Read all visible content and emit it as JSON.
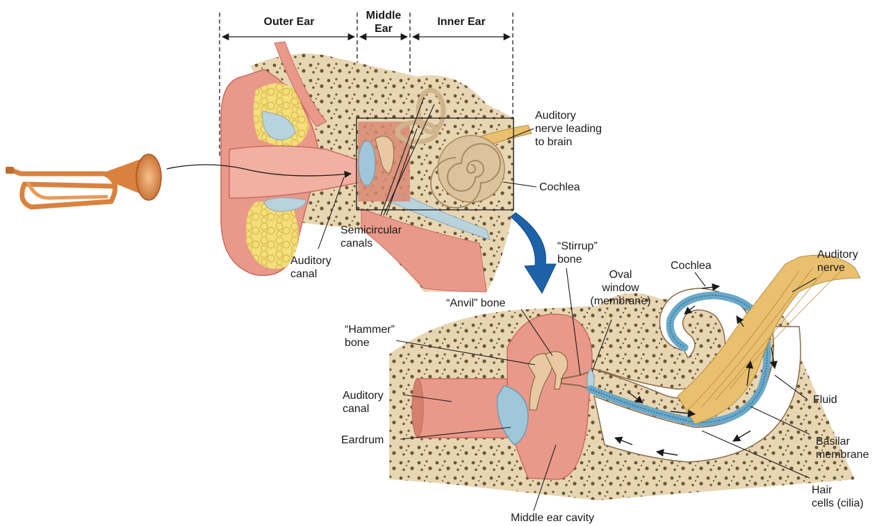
{
  "sections": {
    "outer": "Outer Ear",
    "middle": [
      "Middle",
      "Ear"
    ],
    "inner": "Inner Ear"
  },
  "labels": {
    "auditory_nerve_top": [
      "Auditory",
      "nerve leading",
      "to brain"
    ],
    "cochlea_top": "Cochlea",
    "semicircular_canals": [
      "Semicircular",
      "canals"
    ],
    "auditory_canal_top": [
      "Auditory",
      "canal"
    ],
    "stirrup": [
      "“Stirrup”",
      "bone"
    ],
    "cochlea_detail": "Cochlea",
    "auditory_nerve_detail": [
      "Auditory",
      "nerve"
    ],
    "oval_window": [
      "Oval",
      "window",
      "(membrane)"
    ],
    "anvil": "“Anvil” bone",
    "hammer": [
      "“Hammer”",
      "bone"
    ],
    "auditory_canal_detail": [
      "Auditory",
      "canal"
    ],
    "eardrum": "Eardrum",
    "fluid": "Fluid",
    "basilar": [
      "Basilar",
      "membrane"
    ],
    "hair_cells": [
      "Hair",
      "cells (cilia)"
    ],
    "middle_cavity": "Middle ear cavity"
  },
  "colors": {
    "flesh": "#e9998a",
    "flesh_dark": "#c96a5f",
    "bone": "#e8d6b3",
    "bone_spot": "#6b5538",
    "fat": "#f4df7a",
    "cartilage": "#b9d3dd",
    "membrane": "#8fc4de",
    "cochlea_shell": "#dcc39e",
    "nerve": "#e9c070",
    "bugle": "#d9823f",
    "arrow_blue": "#1d62a8"
  }
}
